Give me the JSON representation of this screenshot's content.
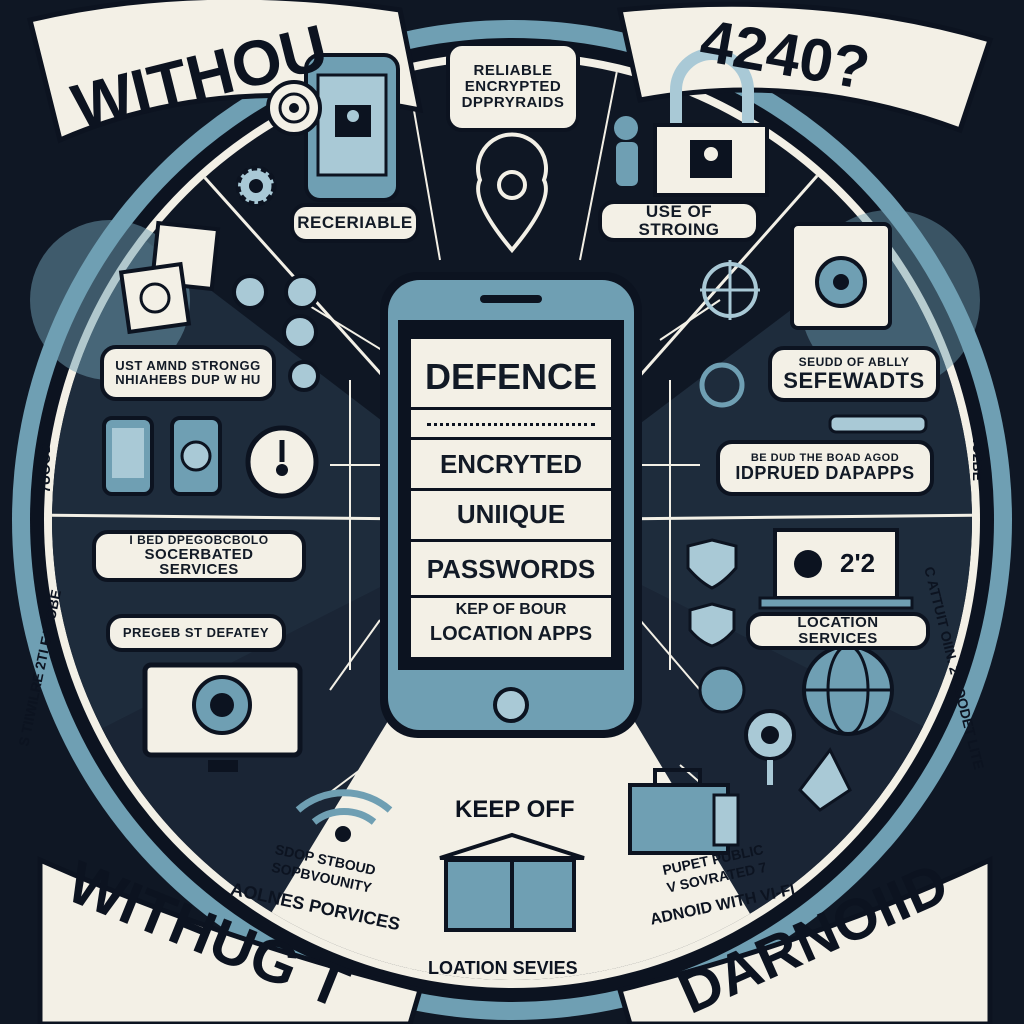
{
  "banners": {
    "top_left": "WITHOU",
    "top_right": "4240?",
    "bottom_left": "WITHUG T",
    "bottom_right": "DARNOIID"
  },
  "labels": {
    "reliable": [
      "RELIABLE",
      "ENCRYPTED",
      "DPPRYRAIDS"
    ],
    "receriable": "RECERIABLE",
    "use_of_strong": "USE OF STROING",
    "ust_and_strong": [
      "UST AMND STRONGG",
      "NHIAHEBS DUP W HU"
    ],
    "sefewadts": [
      "SEUDD OF ABLLY",
      "SEFEWADTS"
    ],
    "idprued": [
      "BE DUD THE BOAD AGOD",
      "IDPRUED DAPAPPS"
    ],
    "socerbated": [
      "I BED DPEGOBCBOLO",
      "SOCERBATED SERVICES"
    ],
    "pregeb": "PREGEB ST DEFATEY",
    "location_services": "LOCATION SERVICES",
    "stop_strouid": [
      "SDOP STBOUD",
      "SOPBVOUNITY",
      "AOLNES PORVICES"
    ],
    "keep_off": "KEEP OFF",
    "lotation_servies": "LOATION SEVIES",
    "pupet_public": [
      "PUPET PUBLIC",
      "V SOVRATED 7",
      "ADNOID WITH VI-FI"
    ],
    "side_left_top": "7UOOD",
    "side_right_top": "2O2BE",
    "side_left_bottom": "S TIIWILRE 2TI EJEOBE",
    "side_right_bottom": "C ATTUIT OIIN. 2 COODET LITE"
  },
  "phone": {
    "title": "DEFENCE",
    "rows": [
      "ENCRYTED",
      "UNIIQUE",
      "PASSWORDS"
    ],
    "footer": [
      "KEP OF BOUR",
      "LOCATION APPS"
    ]
  },
  "laptop": {
    "code": "2'2"
  },
  "colors": {
    "bg": "#0f1724",
    "cream": "#f3f0e6",
    "blue": "#6f9fb3",
    "light_blue": "#a9c9d6",
    "dark": "#0c1320",
    "mid": "#243244"
  }
}
